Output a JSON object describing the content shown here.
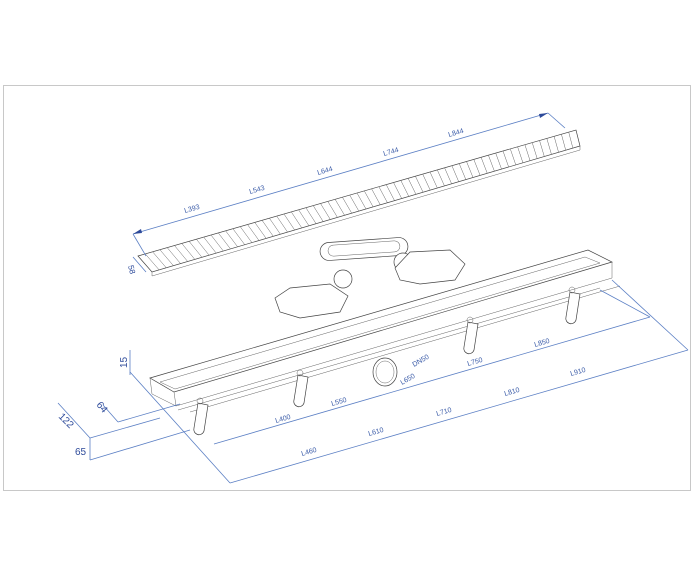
{
  "grate": {
    "lengths": [
      "L393",
      "L543",
      "L644",
      "L744",
      "L844"
    ],
    "width": "58"
  },
  "channel": {
    "height_top": "15",
    "width_inner": "64",
    "width_total": "122",
    "height_total": "65",
    "outlet": "DN50",
    "lengths_row1": [
      "L400",
      "L550",
      "L650",
      "L750",
      "L850"
    ],
    "lengths_row2": [
      "L460",
      "L610",
      "L710",
      "L810",
      "L910"
    ]
  },
  "colors": {
    "dimension": "#5b7fc4",
    "text": "#2d4a9a",
    "line": "#444444"
  }
}
